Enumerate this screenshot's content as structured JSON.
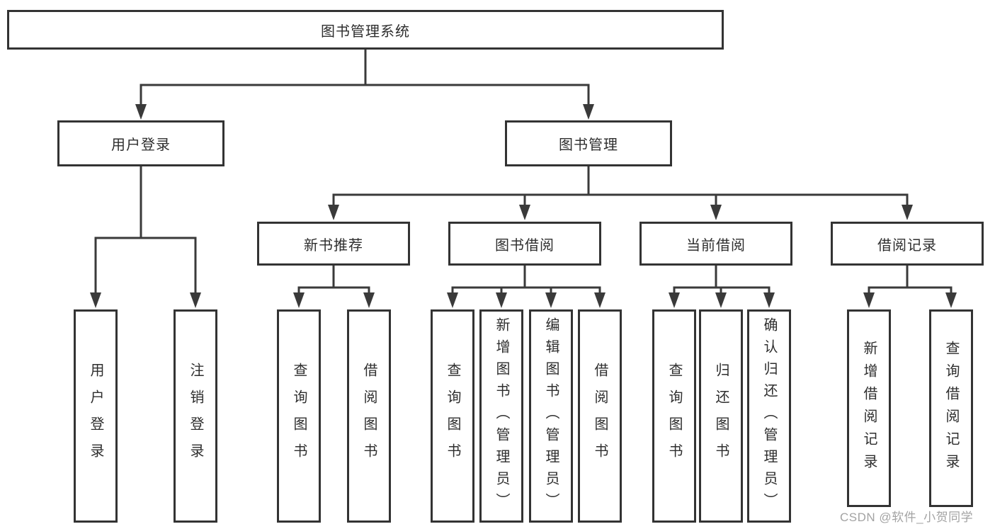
{
  "nodes": {
    "root": {
      "label": "图书管理系统"
    },
    "level2": [
      {
        "label": "用户登录"
      },
      {
        "label": "图书管理"
      }
    ],
    "level3": [
      {
        "label": "新书推荐"
      },
      {
        "label": "图书借阅"
      },
      {
        "label": "当前借阅"
      },
      {
        "label": "借阅记录"
      }
    ],
    "leaves": [
      {
        "label": "用户登录"
      },
      {
        "label": "注销登录"
      },
      {
        "label": "查询图书"
      },
      {
        "label": "借阅图书"
      },
      {
        "label": "查询图书"
      },
      {
        "label": "新增图书（管理员）"
      },
      {
        "label": "编辑图书（管理员）"
      },
      {
        "label": "借阅图书"
      },
      {
        "label": "查询图书"
      },
      {
        "label": "归还图书"
      },
      {
        "label": "确认归还（管理员）"
      },
      {
        "label": "新增借阅记录"
      },
      {
        "label": "查询借阅记录"
      }
    ]
  },
  "watermark": {
    "text": "CSDN @软件_小贺同学"
  },
  "colors": {
    "line": "#3a3a3a",
    "box_border": "#333333",
    "text": "#2e2e2e",
    "watermark": "#a3a3a3",
    "background": "#ffffff"
  }
}
